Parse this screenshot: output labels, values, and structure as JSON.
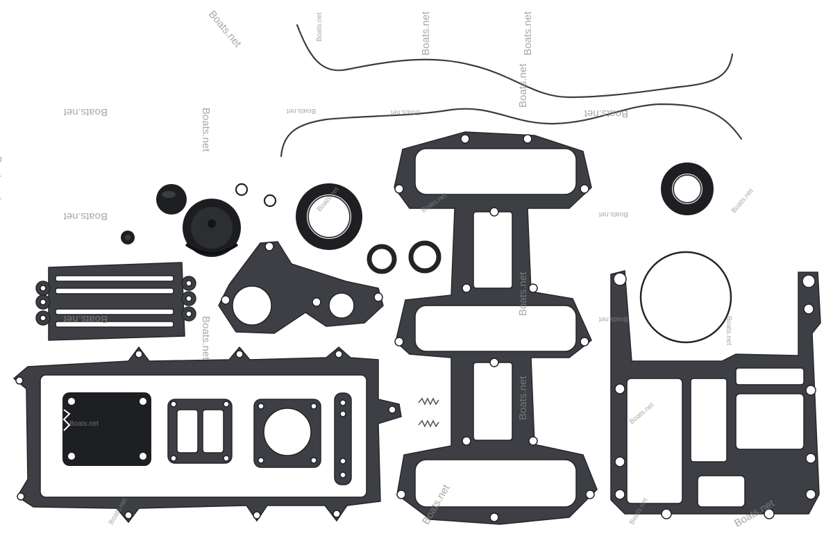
{
  "photo": {
    "background_color": "#ffffff",
    "gasket_color": "#3d3f44",
    "rubber_color": "#1e1f22"
  },
  "watermark": {
    "text": "Boats.net",
    "color": "#8a8a8a"
  },
  "parts": [
    "wire-seal-top",
    "wire-seal-bottom",
    "rubber-cap",
    "grommet",
    "diaphragm-cup",
    "small-o-ring-1",
    "small-o-ring-2",
    "oil-seal-large",
    "oil-seal-right",
    "seal-ring-1",
    "seal-ring-2",
    "reed-plate-gasket",
    "thermostat-cover-gasket",
    "exhaust-manifold-gasket",
    "carburetor-base-gasket",
    "fuel-pump-diaphragm",
    "small-gasket-1",
    "small-gasket-2",
    "strip-gasket",
    "compression-spring-1",
    "compression-spring-2",
    "large-o-ring",
    "powerhead-base-gasket"
  ]
}
